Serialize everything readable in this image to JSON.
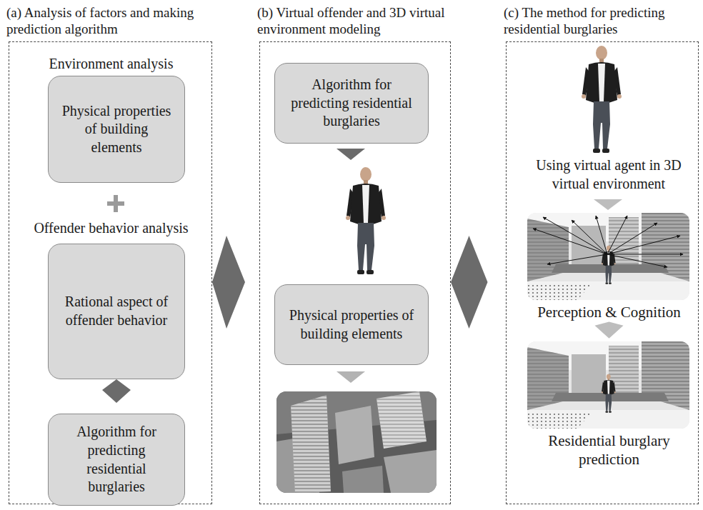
{
  "diagram": {
    "nodes": [
      {
        "text": [
          "(a) Analysis of factors and making prediction algorithm",
          "Environment analysis",
          "Offender behavior analysis"
        ]
      },
      {
        "text": [
          "Physical properties of building elements"
        ],
        "in": 0
      },
      {
        "text": [
          "Rational aspect of offender behavior"
        ],
        "in": 0
      },
      {
        "text": [
          "Algorithm for predicting residential burglaries"
        ],
        "in": 0
      },
      {
        "text": [
          "(b) Virtual offender and 3D virtual environment modeling"
        ]
      },
      {
        "text": [
          "Algorithm for predicting residential burglaries"
        ],
        "in": 4
      },
      {
        "text": [
          "Physical properties of building elements"
        ],
        "in": 4
      },
      {
        "text": [
          "(c) The method for predicting residential burglaries",
          "Using virtual agent in 3D virtual environment"
        ]
      },
      {
        "text": [
          "Perception & Cognition"
        ],
        "in": 7
      },
      {
        "text": [
          "Residential burglary prediction"
        ],
        "in": 7
      }
    ],
    "edges": [
      {
        "from": 0,
        "to": 4,
        "arrow": "to"
      },
      {
        "from": 4,
        "to": 7,
        "arrow": "to"
      },
      {
        "from": 2,
        "to": 3,
        "arrow": "to"
      },
      {
        "from": 8,
        "to": 9,
        "arrow": "to"
      }
    ]
  }
}
